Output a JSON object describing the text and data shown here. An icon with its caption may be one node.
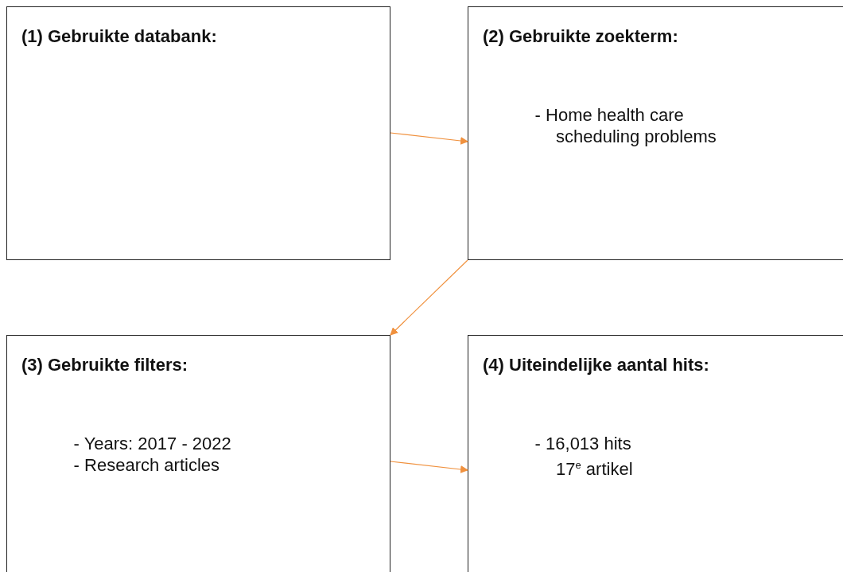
{
  "diagram": {
    "nodes": [
      {
        "text": [
          "(1) Gebruikte databank:"
        ]
      },
      {
        "text": [
          "(2) Gebruikte zoekterm:",
          "- Home health care scheduling problems"
        ]
      },
      {
        "text": [
          "(3) Gebruikte filters:",
          "- Years: 2017 - 2022",
          "- Research articles"
        ]
      },
      {
        "text": [
          "(4) Uiteindelijke aantal hits:",
          "- 16,013 hits 17$^{e}$ artikel"
        ]
      }
    ],
    "edges": [
      {
        "from": 0,
        "to": 1,
        "arrow": "to"
      },
      {
        "from": 1,
        "to": 2,
        "arrow": "to"
      },
      {
        "from": 2,
        "to": 3,
        "arrow": "to"
      }
    ]
  }
}
